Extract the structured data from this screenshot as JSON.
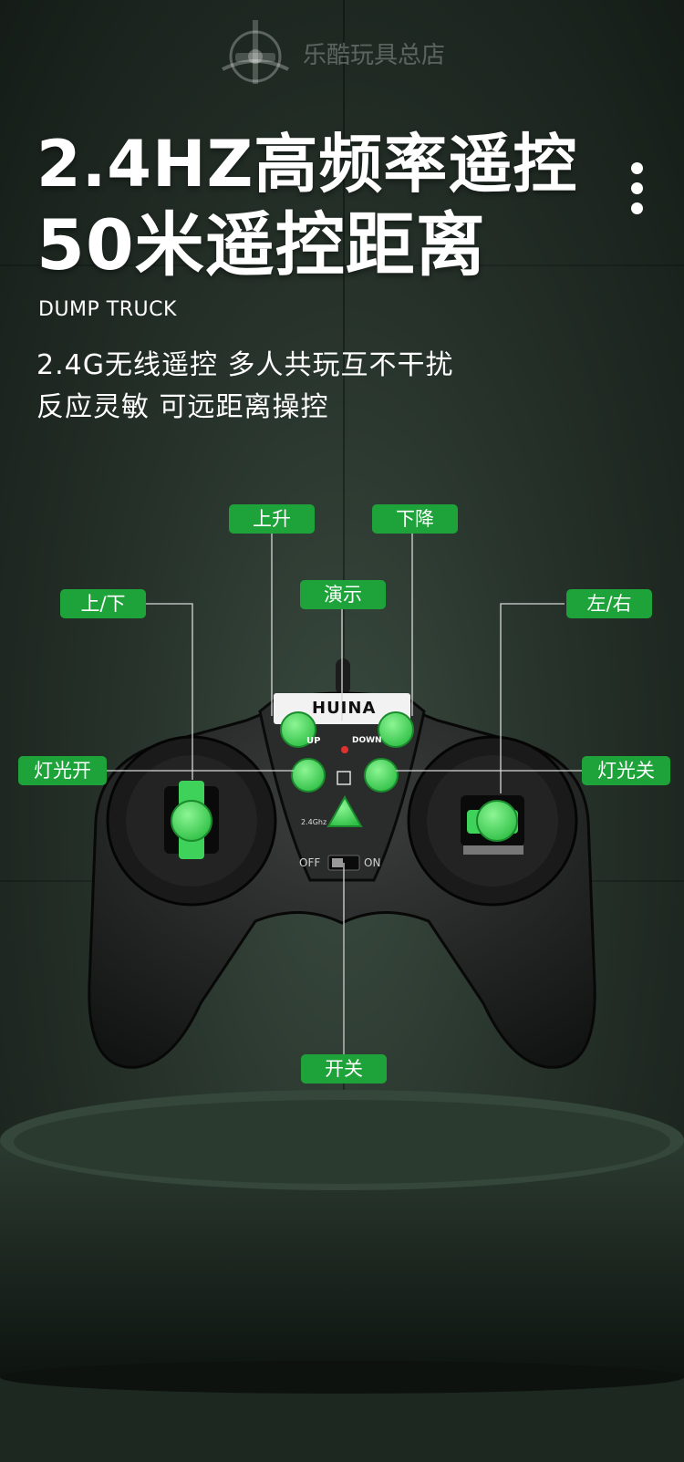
{
  "watermark": {
    "shop_name": "乐酷玩具总店"
  },
  "header": {
    "title_line1": "2.4HZ高频率遥控",
    "title_line2": "50米遥控距离",
    "subtitle": "DUMP TRUCK",
    "desc_line1": "2.4G无线遥控 多人共玩互不干扰",
    "desc_line2": "反应灵敏 可远距离操控"
  },
  "controller": {
    "brand": "HUINA",
    "up_label": "UP",
    "down_label": "DOWN",
    "freq_label": "2.4Ghz",
    "off_label": "OFF",
    "on_label": "ON"
  },
  "callouts": {
    "lift": "上升",
    "lower": "下降",
    "updown": "上/下",
    "demo": "演示",
    "leftright": "左/右",
    "light_on": "灯光开",
    "light_off": "灯光关",
    "power": "开关"
  },
  "colors": {
    "accent_green": "#1ea33a",
    "button_green": "#5be86b",
    "background": "#26322a"
  }
}
